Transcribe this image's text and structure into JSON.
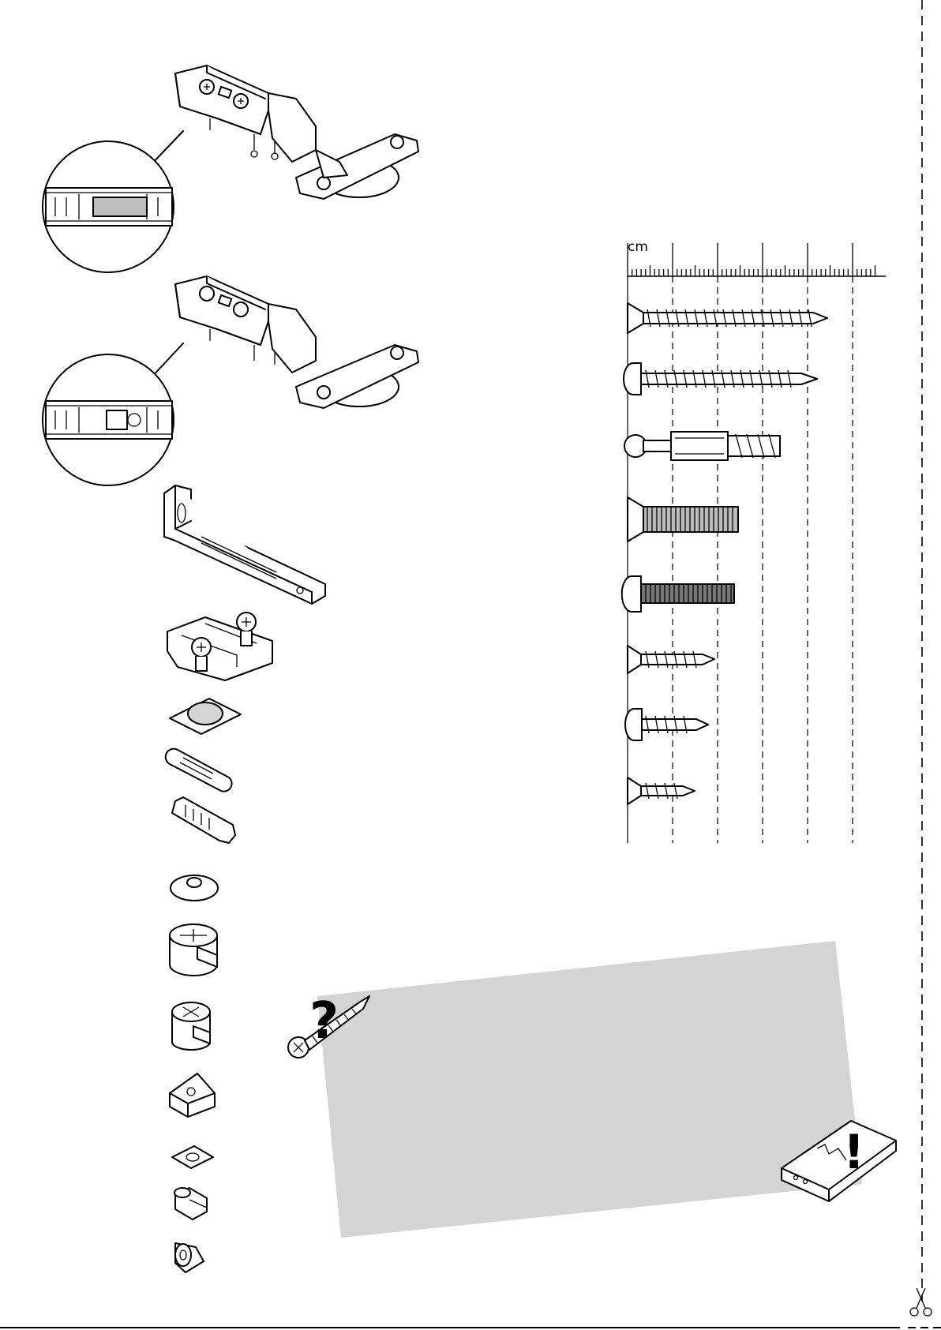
{
  "ruler": {
    "unit_label": "cm",
    "tick_count_cm": 6
  },
  "parts": [
    "hinge-with-lever-clip",
    "hinge-with-cam-clip",
    "angle-bracket",
    "mounting-plate",
    "adhesive-pad",
    "wood-dowel",
    "wall-plug",
    "washer",
    "cam-lock",
    "cam-lock-small",
    "corner-block",
    "square-pad",
    "shelf-pin",
    "spacer-sleeve"
  ],
  "screws": [
    "countersunk-wood-screw-long",
    "pan-head-wood-screw-long",
    "cam-bolt",
    "countersunk-machine-screw",
    "pan-head-machine-screw",
    "countersunk-wood-screw-short",
    "pan-head-wood-screw-short",
    "countersunk-wood-screw-tiny"
  ],
  "notices": {
    "question_mark": "?",
    "exclamation_mark": "!"
  },
  "colors": {
    "notice_box": "#d4d4d4",
    "line": "#000000"
  }
}
